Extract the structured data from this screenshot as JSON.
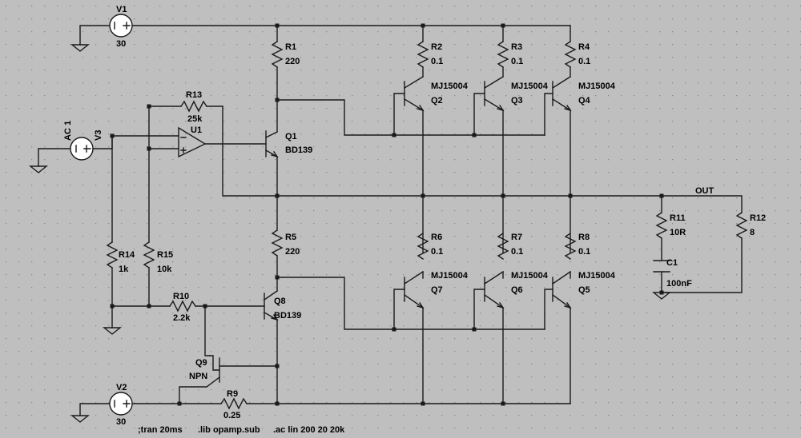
{
  "colors": {
    "background": "#bfbfbf",
    "grid": "#8a8a8a",
    "wire": "#1a1a1a"
  },
  "sources": {
    "v1": {
      "name": "V1",
      "value": "30"
    },
    "v2": {
      "name": "V2",
      "value": "30"
    },
    "v3": {
      "name": "V3",
      "value": "AC 1"
    }
  },
  "resistors": {
    "r1": {
      "name": "R1",
      "value": "220"
    },
    "r2": {
      "name": "R2",
      "value": "0.1"
    },
    "r3": {
      "name": "R3",
      "value": "0.1"
    },
    "r4": {
      "name": "R4",
      "value": "0.1"
    },
    "r5": {
      "name": "R5",
      "value": "220"
    },
    "r6": {
      "name": "R6",
      "value": "0.1"
    },
    "r7": {
      "name": "R7",
      "value": "0.1"
    },
    "r8": {
      "name": "R8",
      "value": "0.1"
    },
    "r9": {
      "name": "R9",
      "value": "0.25"
    },
    "r10": {
      "name": "R10",
      "value": "2.2k"
    },
    "r11": {
      "name": "R11",
      "value": "10R"
    },
    "r12": {
      "name": "R12",
      "value": "8"
    },
    "r13": {
      "name": "R13",
      "value": "25k"
    },
    "r14": {
      "name": "R14",
      "value": "1k"
    },
    "r15": {
      "name": "R15",
      "value": "10k"
    }
  },
  "transistors": {
    "q1": {
      "name": "Q1",
      "model": "BD139"
    },
    "q2": {
      "name": "Q2",
      "model": "MJ15004"
    },
    "q3": {
      "name": "Q3",
      "model": "MJ15004"
    },
    "q4": {
      "name": "Q4",
      "model": "MJ15004"
    },
    "q5": {
      "name": "Q5",
      "model": "MJ15004"
    },
    "q6": {
      "name": "Q6",
      "model": "MJ15004"
    },
    "q7": {
      "name": "Q7",
      "model": "MJ15004"
    },
    "q8": {
      "name": "Q8",
      "model": "BD139"
    },
    "q9": {
      "name": "Q9",
      "model": "NPN"
    }
  },
  "opamp": {
    "name": "U1"
  },
  "capacitor": {
    "name": "C1",
    "value": "100nF"
  },
  "net_label": "OUT",
  "commands": {
    "tran": ";tran 20ms",
    "lib": ".lib opamp.sub",
    "ac": ".ac lin 200 20 20k"
  }
}
